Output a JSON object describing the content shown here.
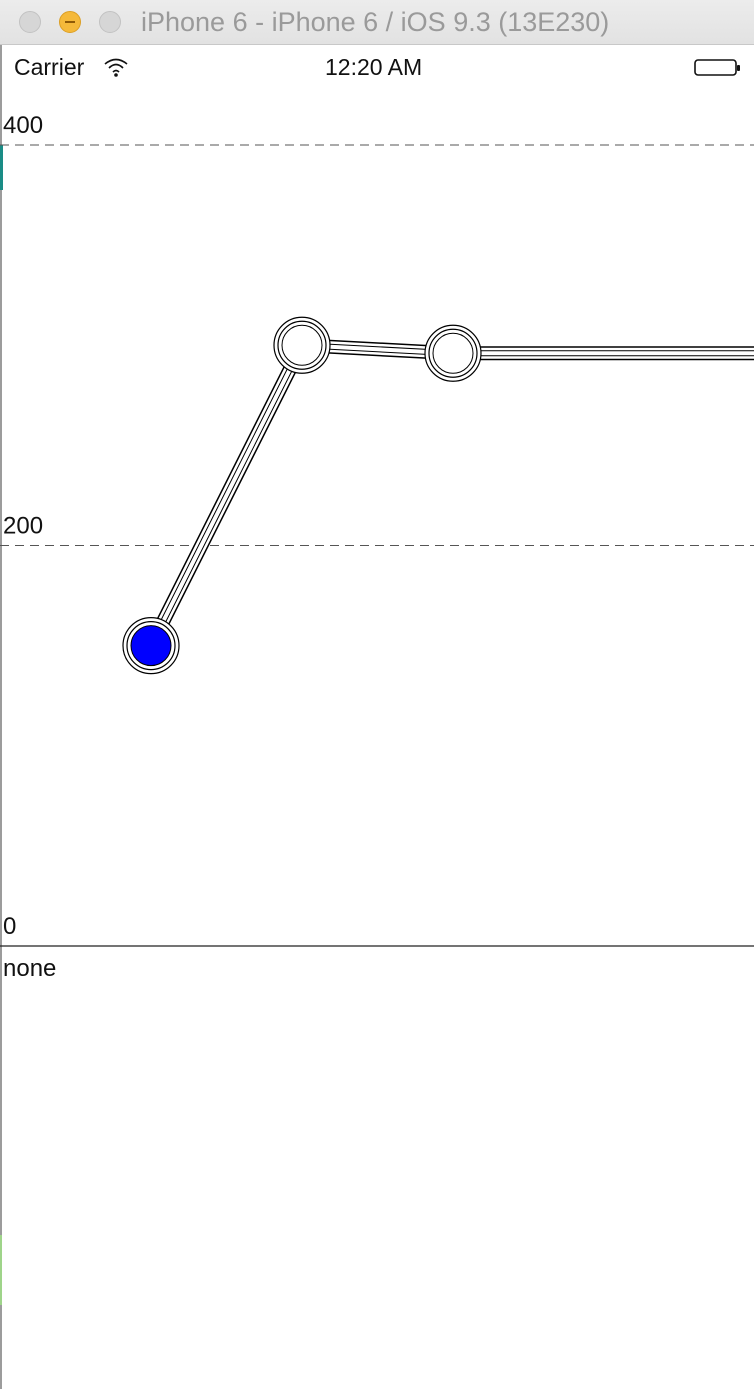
{
  "window": {
    "title": "iPhone 6 - iPhone 6 / iOS 9.3 (13E230)",
    "controls": [
      "close",
      "minimize",
      "zoom"
    ]
  },
  "status_bar": {
    "carrier": "Carrier",
    "time": "12:20 AM",
    "icons": [
      "wifi-icon",
      "battery-icon"
    ]
  },
  "colors": {
    "selected_point": "#0000ff",
    "line": "#000000",
    "background": "#ffffff"
  },
  "chart_data": {
    "type": "line",
    "y_ticks": [
      "400",
      "200",
      "0"
    ],
    "ylim": [
      0,
      400
    ],
    "x": [
      1,
      2,
      3,
      4,
      5
    ],
    "values": [
      150,
      300,
      296,
      296,
      296
    ],
    "selected_index": 0,
    "grid": "dashed",
    "x_label_text": "none"
  }
}
